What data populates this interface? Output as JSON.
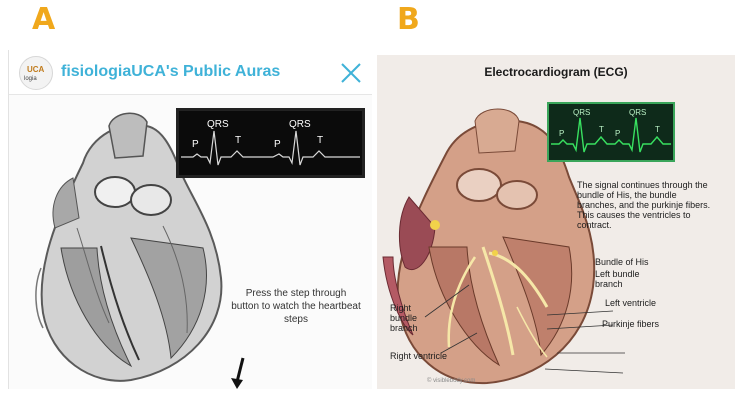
{
  "labels": {
    "panel_a": "A",
    "panel_b": "B"
  },
  "panel_a": {
    "header": {
      "title": "fisiologiaUCA's Public Auras",
      "logo_text": "UCA",
      "logo_subtext": "logia"
    },
    "ecg": {
      "labels": [
        "P",
        "QRS",
        "T",
        "P",
        "QRS",
        "T"
      ]
    },
    "instructions": "Press the step through button to watch the heartbeat steps"
  },
  "panel_b": {
    "title": "Electrocardiogram (ECG)",
    "ecg": {
      "labels": [
        "P",
        "QRS",
        "T",
        "P",
        "QRS",
        "T"
      ]
    },
    "description": "The signal continues through the bundle of His, the bundle branches, and the purkinje fibers. This causes the ventricles to contract.",
    "labels": {
      "bundle_of_his": "Bundle of His",
      "left_bundle_branch": "Left bundle branch",
      "left_ventricle": "Left ventricle",
      "purkinje_fibers": "Purkinje fibers",
      "right_bundle_branch": "Right bundle branch",
      "right_ventricle": "Right ventricle"
    },
    "copyright": "© visiblebody.com"
  },
  "colors": {
    "letters": "#f0a81c",
    "accent": "#3fb2d8",
    "ecg_green": "#38e060"
  }
}
